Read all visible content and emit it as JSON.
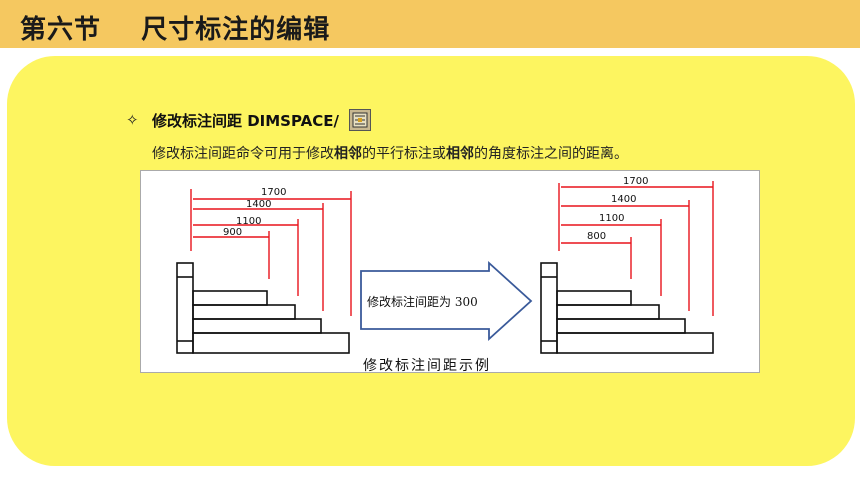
{
  "header": {
    "title": "第六节    尺寸标注的编辑"
  },
  "section": {
    "bullet_symbol": "✧",
    "heading": "修改标注间距  DIMSPACE/",
    "description": {
      "part1": "修改标注间距命令可用于修改",
      "bold1": "相邻",
      "part2": "的平行标注或",
      "bold2": "相邻",
      "part3": "的角度标注之间的距离。"
    }
  },
  "figure": {
    "arrow_label": "修改标注间距为 300",
    "caption": "修改标注间距示例",
    "before_dims": [
      "1700",
      "1400",
      "1100",
      "900"
    ],
    "after_dims": [
      "1700",
      "1400",
      "1100",
      "800"
    ]
  },
  "colors": {
    "header_bg": "#f5c860",
    "card_bg": "#fdf560",
    "dimension_red": "#e8141c",
    "arrow_blue": "#3a5a9a"
  },
  "icons": {
    "command": "dimspace-tool-icon"
  }
}
